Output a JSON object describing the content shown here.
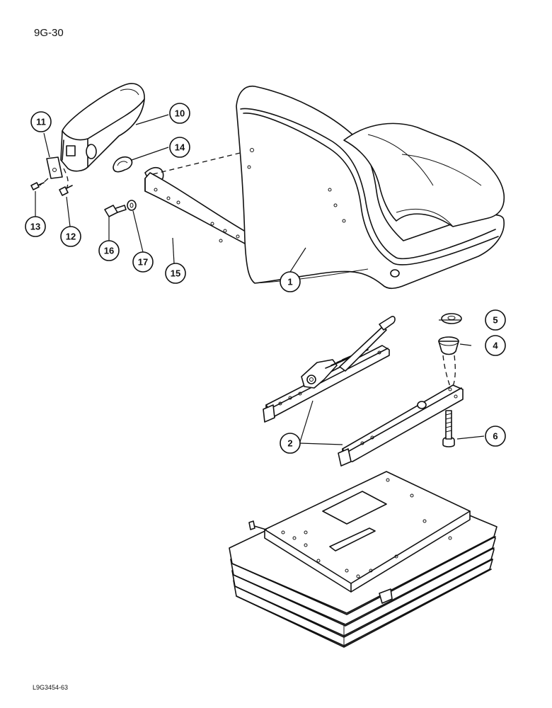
{
  "page": {
    "page_number": "9G-30",
    "figure_code": "L9G3454-63"
  },
  "callouts": [
    {
      "id": "callout-1",
      "label": "1"
    },
    {
      "id": "callout-2",
      "label": "2"
    },
    {
      "id": "callout-4",
      "label": "4"
    },
    {
      "id": "callout-5",
      "label": "5"
    },
    {
      "id": "callout-6",
      "label": "6"
    },
    {
      "id": "callout-10",
      "label": "10"
    },
    {
      "id": "callout-11",
      "label": "11"
    },
    {
      "id": "callout-12",
      "label": "12"
    },
    {
      "id": "callout-13",
      "label": "13"
    },
    {
      "id": "callout-14",
      "label": "14"
    },
    {
      "id": "callout-15",
      "label": "15"
    },
    {
      "id": "callout-16",
      "label": "16"
    },
    {
      "id": "callout-17",
      "label": "17"
    }
  ]
}
